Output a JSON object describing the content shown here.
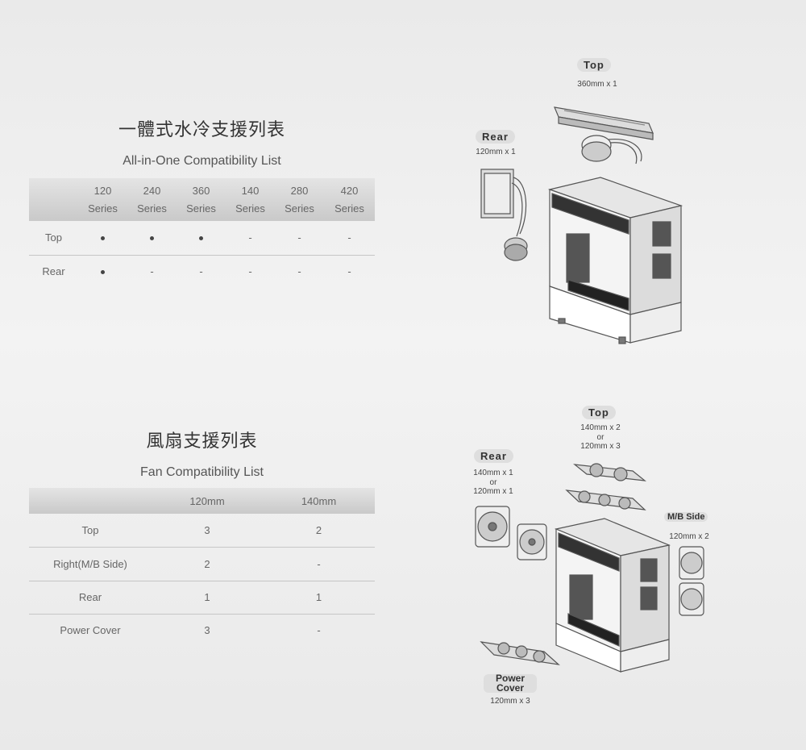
{
  "aio": {
    "title_zh": "一體式水冷支援列表",
    "title_en": "All-in-One Compatibility List",
    "columns": [
      {
        "size": "120",
        "suffix": "Series"
      },
      {
        "size": "240",
        "suffix": "Series"
      },
      {
        "size": "360",
        "suffix": "Series"
      },
      {
        "size": "140",
        "suffix": "Series"
      },
      {
        "size": "280",
        "suffix": "Series"
      },
      {
        "size": "420",
        "suffix": "Series"
      }
    ],
    "rows": [
      {
        "label": "Top",
        "values": [
          "●",
          "●",
          "●",
          "-",
          "-",
          "-"
        ]
      },
      {
        "label": "Rear",
        "values": [
          "●",
          "-",
          "-",
          "-",
          "-",
          "-"
        ]
      }
    ]
  },
  "fan": {
    "title_zh": "風扇支援列表",
    "title_en": "Fan Compatibility List",
    "columns": [
      "120mm",
      "140mm"
    ],
    "rows": [
      {
        "label": "Top",
        "values": [
          "3",
          "2"
        ]
      },
      {
        "label": "Right(M/B Side)",
        "values": [
          "2",
          "-"
        ]
      },
      {
        "label": "Rear",
        "values": [
          "1",
          "1"
        ]
      },
      {
        "label": "Power Cover",
        "values": [
          "3",
          "-"
        ]
      }
    ]
  },
  "aio_diagram": {
    "top_label": "Top",
    "top_spec": "360mm x 1",
    "rear_label": "Rear",
    "rear_spec": "120mm x 1"
  },
  "fan_diagram": {
    "top_label": "Top",
    "top_spec_1": "140mm x 2",
    "top_or": "or",
    "top_spec_2": "120mm x 3",
    "rear_label": "Rear",
    "rear_spec_1": "140mm x 1",
    "rear_or": "or",
    "rear_spec_2": "120mm x 1",
    "side_label": "M/B Side",
    "side_spec": "120mm x 2",
    "power_label_1": "Power",
    "power_label_2": "Cover",
    "power_spec": "120mm x 3"
  }
}
